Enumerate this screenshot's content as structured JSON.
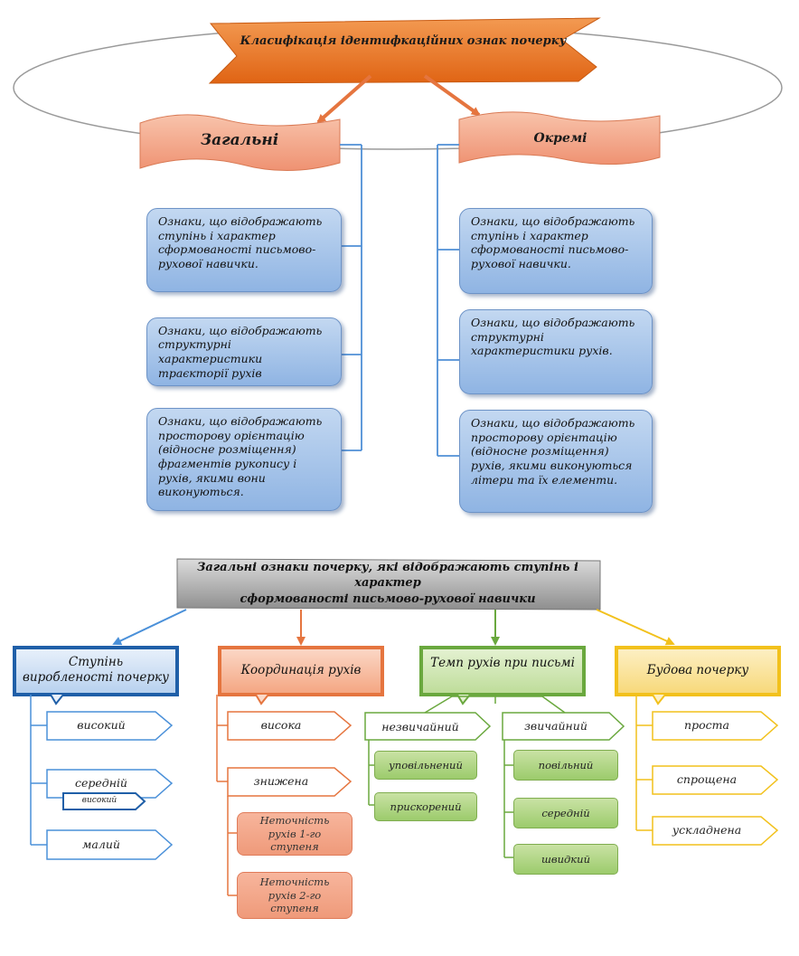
{
  "top": {
    "title": "Класифікація ідентифкаційних ознак почерку",
    "left_heading": "Загальні",
    "right_heading": "Окремі",
    "left_cards": [
      "Ознаки, що відображають ступінь і характер сформованості письмово-рухової навички.",
      "Ознаки, що відображають структурні характеристики траєкторії рухів",
      "Ознаки, що відображають просторову орієнтацію (відносне розміщення) фрагментів рукопису і рухів, якими вони виконуються."
    ],
    "right_cards": [
      "Ознаки, що відображають ступінь і характер сформованості письмово-рухової навички.",
      "Ознаки, що відображають структурні характеристики рухів.",
      "Ознаки, що відображають просторову орієнтацію (відносне розміщення) рухів, якими виконуються літери та їх елементи."
    ]
  },
  "bottom": {
    "banner_line1": "Загальні ознаки почерку, які відображають ступінь і характер",
    "banner_line2": "сформованості письмово-рухової навички",
    "categories": {
      "blue": {
        "label": "Ступінь виробленості почерку",
        "color": "#1f5fa8",
        "items": [
          "високий",
          "середній",
          "малий"
        ],
        "sub_label": "високий"
      },
      "orange": {
        "label": "Координація рухів",
        "color": "#e5753f",
        "items": [
          "висока",
          "знижена"
        ],
        "sub_items": [
          "Неточність рухів 1-го ступеня",
          "Неточність рухів 2-го ступеня"
        ]
      },
      "green": {
        "label": "Темп рухів при письмі",
        "color": "#6aa83e",
        "branches": [
          {
            "label": "незвичайний",
            "items": [
              "уповільнений",
              "прискорений"
            ]
          },
          {
            "label": "звичайний",
            "items": [
              "повільний",
              "середній",
              "швидкий"
            ]
          }
        ]
      },
      "yellow": {
        "label": "Будова почерку",
        "color": "#f2c11c",
        "items": [
          "проста",
          "спрощена",
          "ускладнена"
        ]
      }
    }
  }
}
